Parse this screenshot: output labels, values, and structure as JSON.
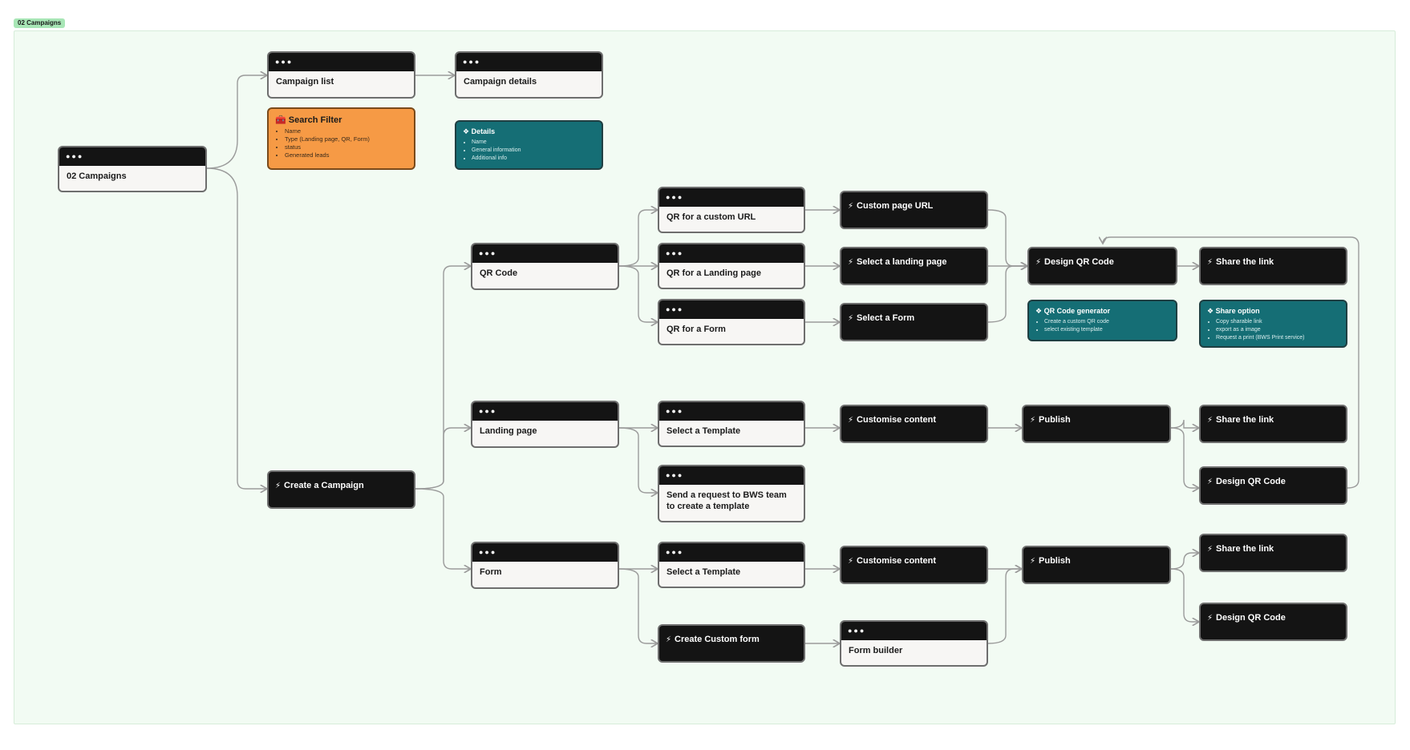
{
  "frame_label": "02 Campaigns",
  "icons": {
    "screen": "three-dots-icon",
    "action": "lightning-bolt-icon",
    "info": "component-diamond-icon",
    "filter": "toolbox-icon"
  },
  "colors": {
    "canvas": "#f2fbf3",
    "screen_bar": "#141414",
    "action": "#141414",
    "info": "#156e75",
    "filter": "#f69a45",
    "connector": "#9b9b9b"
  },
  "nodes": {
    "campaigns": {
      "label": "02 Campaigns"
    },
    "campaign_list": {
      "label": "Campaign list"
    },
    "campaign_details": {
      "label": "Campaign details"
    },
    "search_filter": {
      "title": "Search Filter",
      "items": [
        "Name",
        "Type (Landing page, QR, Form)",
        "status",
        "Generated leads"
      ]
    },
    "details": {
      "title": "Details",
      "items": [
        "Name",
        "General information",
        "Additional info"
      ]
    },
    "create_campaign": {
      "label": "Create a Campaign"
    },
    "qr_code": {
      "label": "QR Code"
    },
    "qr_custom_url": {
      "label": "QR for a custom URL"
    },
    "qr_landing": {
      "label": "QR  for a Landing page"
    },
    "qr_form": {
      "label": "QR for a Form"
    },
    "custom_page_url": {
      "label": "Custom page URL"
    },
    "select_landing": {
      "label": "Select a landing page"
    },
    "select_form": {
      "label": "Select a Form"
    },
    "design_qr_1": {
      "label": "Design QR Code"
    },
    "share_link_1": {
      "label": "Share the link"
    },
    "qr_generator": {
      "title": "QR Code generator",
      "items": [
        "Create a custom QR code",
        "select existing template"
      ]
    },
    "share_option": {
      "title": "Share option",
      "items": [
        "Copy sharable link",
        "export as a image",
        "Request a print (BWS Print service)"
      ]
    },
    "landing_page": {
      "label": "Landing page"
    },
    "select_template_1": {
      "label": "Select a Template"
    },
    "send_request": {
      "label": "Send a request to BWS team to create a template"
    },
    "customise_1": {
      "label": "Customise content"
    },
    "publish_1": {
      "label": "Publish"
    },
    "share_link_2": {
      "label": "Share the link"
    },
    "design_qr_2": {
      "label": "Design QR Code"
    },
    "form": {
      "label": "Form"
    },
    "select_template_2": {
      "label": "Select a Template"
    },
    "create_custom_form": {
      "label": "Create Custom form"
    },
    "customise_2": {
      "label": "Customise content"
    },
    "form_builder": {
      "label": "Form builder"
    },
    "publish_2": {
      "label": "Publish"
    },
    "share_link_3": {
      "label": "Share the link"
    },
    "design_qr_3": {
      "label": "Design QR Code"
    }
  }
}
